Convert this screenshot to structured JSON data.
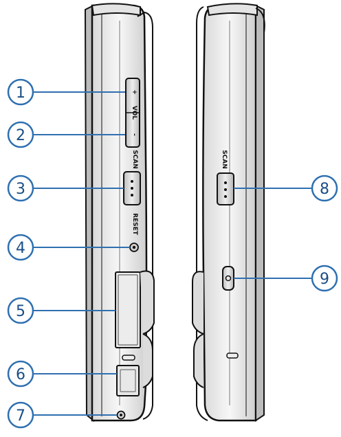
{
  "diagram": {
    "accent_color": "#2e6fb0",
    "callout_text_color": "#1a4e86",
    "callouts": [
      "1",
      "2",
      "3",
      "4",
      "5",
      "6",
      "7",
      "8",
      "9"
    ],
    "left_side": {
      "vol_label": "VOL",
      "vol_up_symbol": "+",
      "vol_down_symbol": "-",
      "scan_label": "SCAN",
      "reset_label": "RESET"
    },
    "right_side": {
      "scan_label": "SCAN"
    }
  }
}
